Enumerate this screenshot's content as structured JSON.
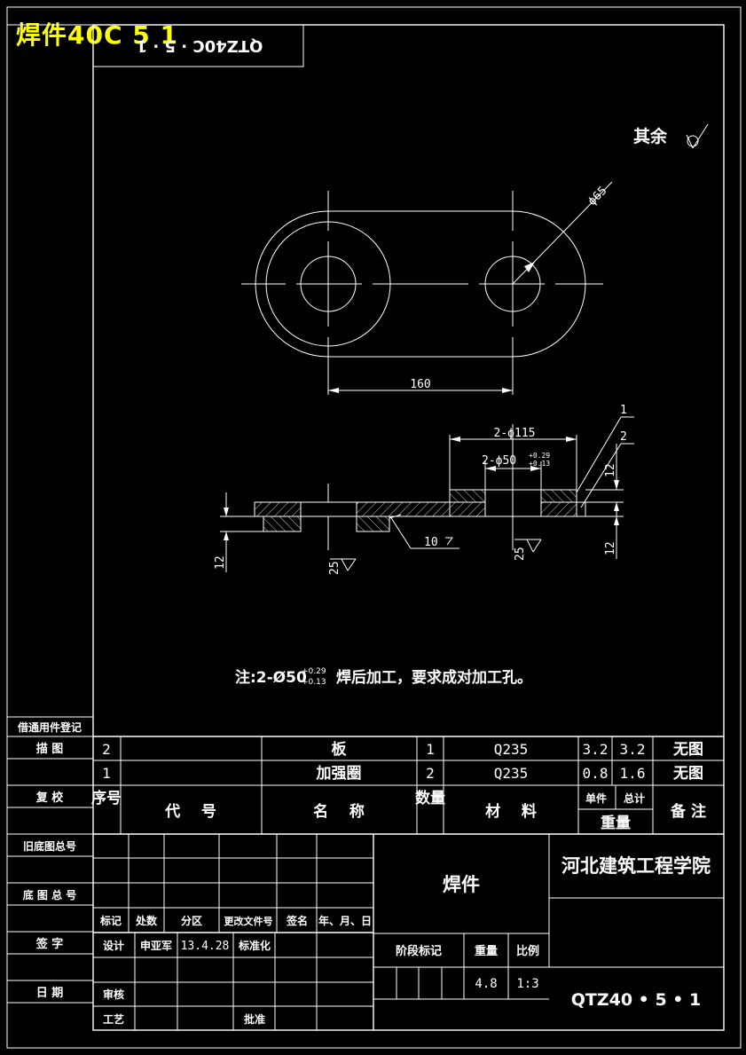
{
  "banner": "焊件40C 5 1",
  "top_code_box": "QTZ40C · 5 · 1",
  "roughness_note": "其余",
  "dimensions": {
    "phi65": "ϕ65",
    "d160": "160",
    "phi115": "2-ϕ115",
    "phi50": "2-ϕ50",
    "phi50_tol_upper": "+0.29",
    "phi50_tol_lower": "+0.13",
    "t12_left": "12",
    "t12_right_top": "12",
    "t12_right_bottom": "12",
    "weld10": "10",
    "rough25_a": "25",
    "rough25_b": "25",
    "balloon1": "1",
    "balloon2": "2"
  },
  "note": {
    "prefix": "注:2-Ø50",
    "tol_upper": "+0.29",
    "tol_lower": "+0.13",
    "suffix": "焊后加工，要求成对加工孔。"
  },
  "left_strip": [
    "借通用件登记",
    "描  图",
    "复  校",
    "旧底图总号",
    "底 图 总 号",
    "签  字",
    "日  期"
  ],
  "parts": [
    {
      "seq": "2",
      "code": "",
      "name": "板",
      "qty": "1",
      "material": "Q235",
      "unit_wt": "3.2",
      "total_wt": "3.2",
      "remark": "无图"
    },
    {
      "seq": "1",
      "code": "",
      "name": "加强圈",
      "qty": "2",
      "material": "Q235",
      "unit_wt": "0.8",
      "total_wt": "1.6",
      "remark": "无图"
    }
  ],
  "parts_header": {
    "seq": "序号",
    "code": "代    号",
    "name": "名    称",
    "qty": "数量",
    "material": "材    料",
    "unit": "单件",
    "total": "总计",
    "weight": "重量",
    "remark": "备 注"
  },
  "title_block": {
    "drawing_name": "焊件",
    "school": "河北建筑工程学院",
    "drawing_no": "QTZ40 • 5 • 1",
    "rev_headers": [
      "标记",
      "处数",
      "分区",
      "更改文件号",
      "签名",
      "年、月、日"
    ],
    "design_label": "设计",
    "designer": "申亚军",
    "design_date": "13.4.28",
    "standard_label": "标准化",
    "review_label": "审核",
    "process_label": "工艺",
    "approve_label": "批准",
    "stage_label": "阶段标记",
    "weight_label": "重量",
    "scale_label": "比例",
    "weight": "4.8",
    "scale": "1:3"
  }
}
